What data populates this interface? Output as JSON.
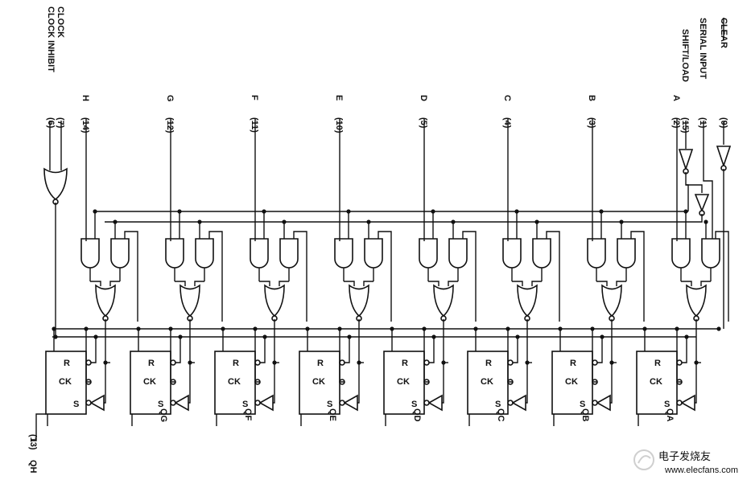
{
  "inputs": {
    "clock": "CLOCK",
    "clock_pin": "(7)",
    "clock_inhibit": "CLOCK INHIBIT",
    "clock_inhibit_pin": "(6)",
    "serial_input": "SERIAL INPUT",
    "serial_input_pin": "(1)",
    "shift_load": "SHIFT/LOAD",
    "shift_load_pin": "(15)",
    "clear": "CLEAR",
    "clear_pin": "(9)"
  },
  "stages": [
    {
      "letter": "H",
      "pin": "(14)",
      "q": "QH",
      "q_pin": "(13)"
    },
    {
      "letter": "G",
      "pin": "(12)",
      "q": "QG"
    },
    {
      "letter": "F",
      "pin": "(11)",
      "q": "QF"
    },
    {
      "letter": "E",
      "pin": "(10)",
      "q": "QE"
    },
    {
      "letter": "D",
      "pin": "(5)",
      "q": "QD"
    },
    {
      "letter": "C",
      "pin": "(4)",
      "q": "QC"
    },
    {
      "letter": "B",
      "pin": "(3)",
      "q": "QB"
    },
    {
      "letter": "A",
      "pin": "(2)",
      "q": "QA"
    }
  ],
  "flipflop_labels": {
    "r": "R",
    "ck": "CK",
    "s": "S"
  },
  "watermark": {
    "cn": "电子发烧友",
    "url": "www.elecfans.com"
  }
}
